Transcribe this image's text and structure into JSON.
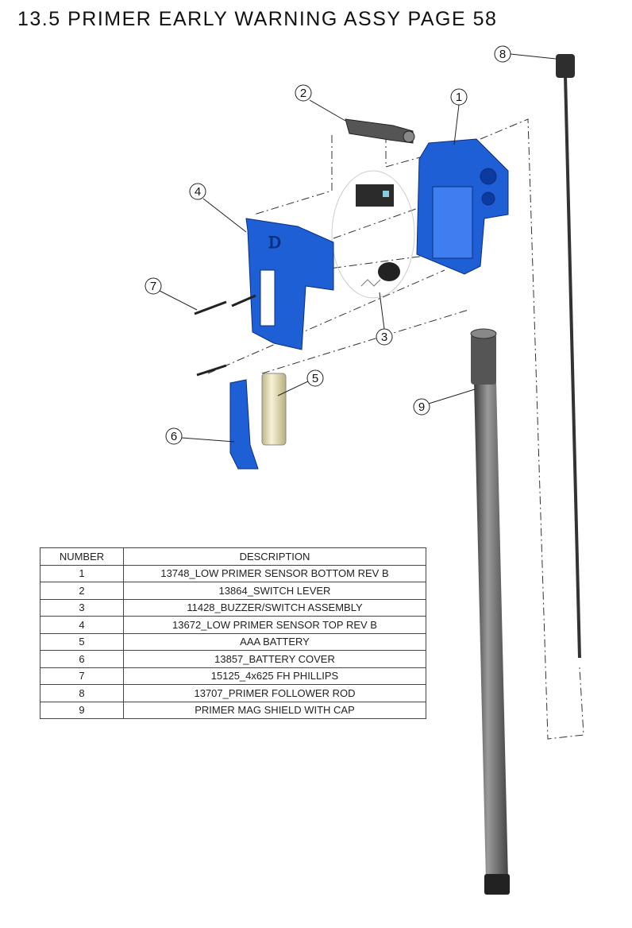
{
  "title": "13.5 PRIMER EARLY WARNING ASSY PAGE 58",
  "balloons": [
    "1",
    "2",
    "3",
    "4",
    "5",
    "6",
    "7",
    "8",
    "9"
  ],
  "colors": {
    "blue_part": "#1f5fd6",
    "rod": "#333333",
    "tube": "#6e6e6e",
    "battery": "#e9e4c0"
  },
  "bom": {
    "headers": {
      "number": "NUMBER",
      "description": "DESCRIPTION"
    },
    "rows": [
      {
        "number": "1",
        "description": "13748_LOW PRIMER SENSOR BOTTOM REV B"
      },
      {
        "number": "2",
        "description": "13864_SWITCH LEVER"
      },
      {
        "number": "3",
        "description": "11428_BUZZER/SWITCH ASSEMBLY"
      },
      {
        "number": "4",
        "description": "13672_LOW PRIMER SENSOR TOP REV B"
      },
      {
        "number": "5",
        "description": "AAA BATTERY"
      },
      {
        "number": "6",
        "description": "13857_BATTERY COVER"
      },
      {
        "number": "7",
        "description": "15125_4x625 FH PHILLIPS"
      },
      {
        "number": "8",
        "description": "13707_PRIMER FOLLOWER ROD"
      },
      {
        "number": "9",
        "description": "PRIMER MAG SHIELD WITH CAP"
      }
    ]
  }
}
